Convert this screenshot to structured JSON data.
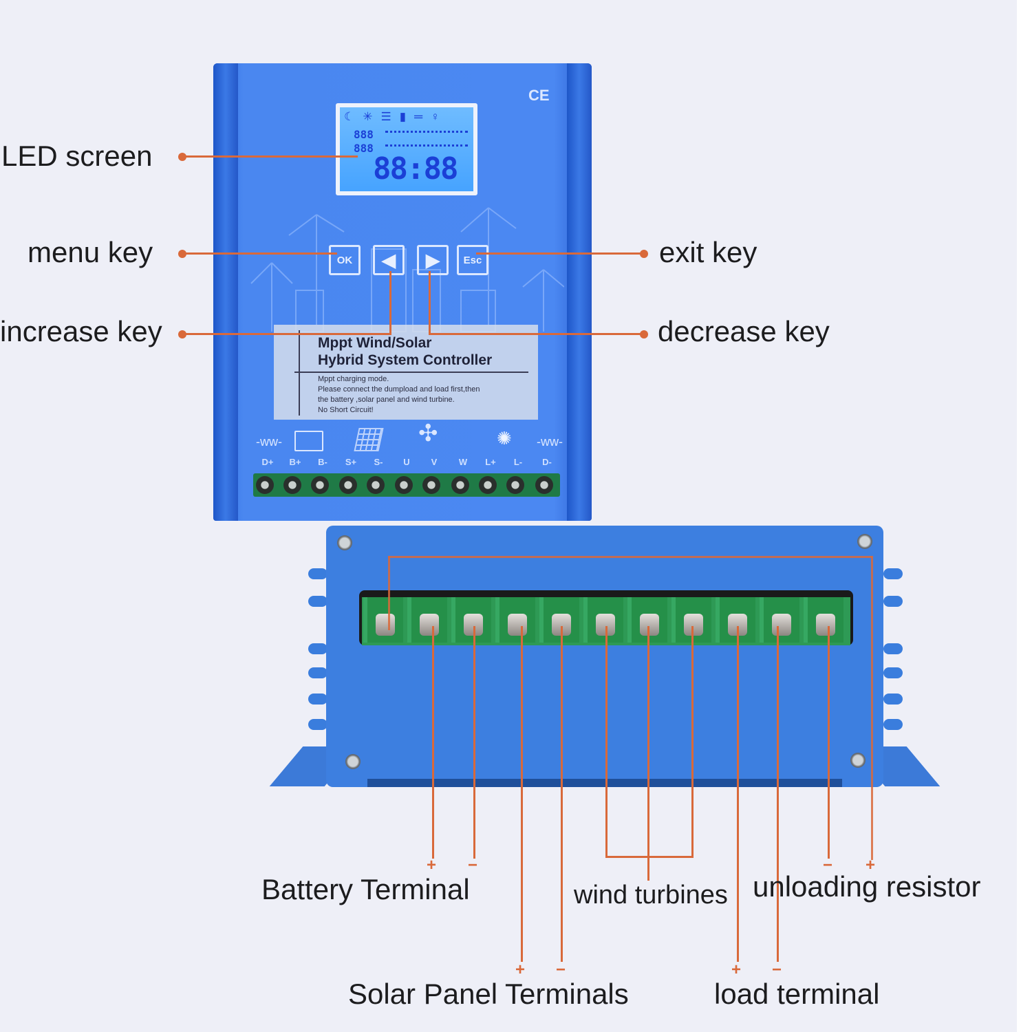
{
  "product": {
    "title_line1": "Mppt Wind/Solar",
    "title_line2": "Hybrid System Controller",
    "instructions": [
      "Mppt charging mode.",
      "Please connect the dumpload and load first,then",
      "the battery ,solar panel and wind turbine.",
      "No Short Circuit!"
    ],
    "cert_mark": "CE",
    "body_color": "#4a87f0",
    "terminal_color": "#2e9a55",
    "callout_color": "#d9693a"
  },
  "lcd": {
    "main_digits": "88:88",
    "small_digits_1": "888",
    "small_digits_2": "888",
    "top_icons": [
      "moon-icon",
      "sun-icon",
      "battery-bars-icon",
      "battery-icon",
      "load-bars-icon",
      "bulb-icon"
    ]
  },
  "keys": [
    {
      "id": "ok",
      "label": "OK"
    },
    {
      "id": "left",
      "label": "◀"
    },
    {
      "id": "right",
      "label": "▶"
    },
    {
      "id": "esc",
      "label": "Esc"
    }
  ],
  "front_terminals": [
    "D+",
    "B+",
    "B-",
    "S+",
    "S-",
    "U",
    "V",
    "W",
    "L+",
    "L-",
    "D-"
  ],
  "front_terminal_icons": [
    "resistor-icon",
    "battery-icon",
    "solar-panel-icon",
    "wind-turbine-icon",
    "bulb-icon",
    "resistor-icon"
  ],
  "callouts_left": {
    "led_screen": "LED screen",
    "menu_key": "menu key",
    "increase_key": "increase key"
  },
  "callouts_right": {
    "exit_key": "exit key",
    "decrease_key": "decrease key"
  },
  "callouts_bottom": {
    "battery_terminal": "Battery Terminal",
    "wind_turbines": "wind turbines",
    "unloading_resistor": "unloading resistor",
    "solar_panel_terminals": "Solar Panel Terminals",
    "load_terminal": "load terminal"
  },
  "signs": {
    "plus": "+",
    "minus": "−"
  }
}
